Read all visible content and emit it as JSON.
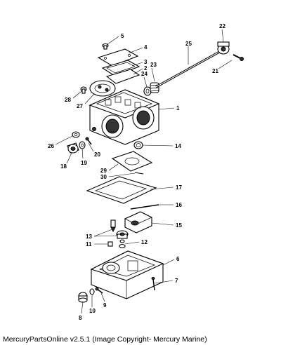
{
  "caption": "MercuryPartsOnline v2.5.1 (Image Copyright- Mercury Marine)",
  "callouts": {
    "c1": "1",
    "c2": "2",
    "c3": "3",
    "c4": "4",
    "c5": "5",
    "c6": "6",
    "c7": "7",
    "c8": "8",
    "c9": "9",
    "c10": "10",
    "c11": "11",
    "c12": "12",
    "c13": "13",
    "c14": "14",
    "c15": "15",
    "c16": "16",
    "c17": "17",
    "c18": "18",
    "c19": "19",
    "c20": "20",
    "c21": "21",
    "c22": "22",
    "c23": "23",
    "c24": "24",
    "c25": "25",
    "c26": "26",
    "c27": "27",
    "c28": "28",
    "c29": "29",
    "c30": "30"
  }
}
